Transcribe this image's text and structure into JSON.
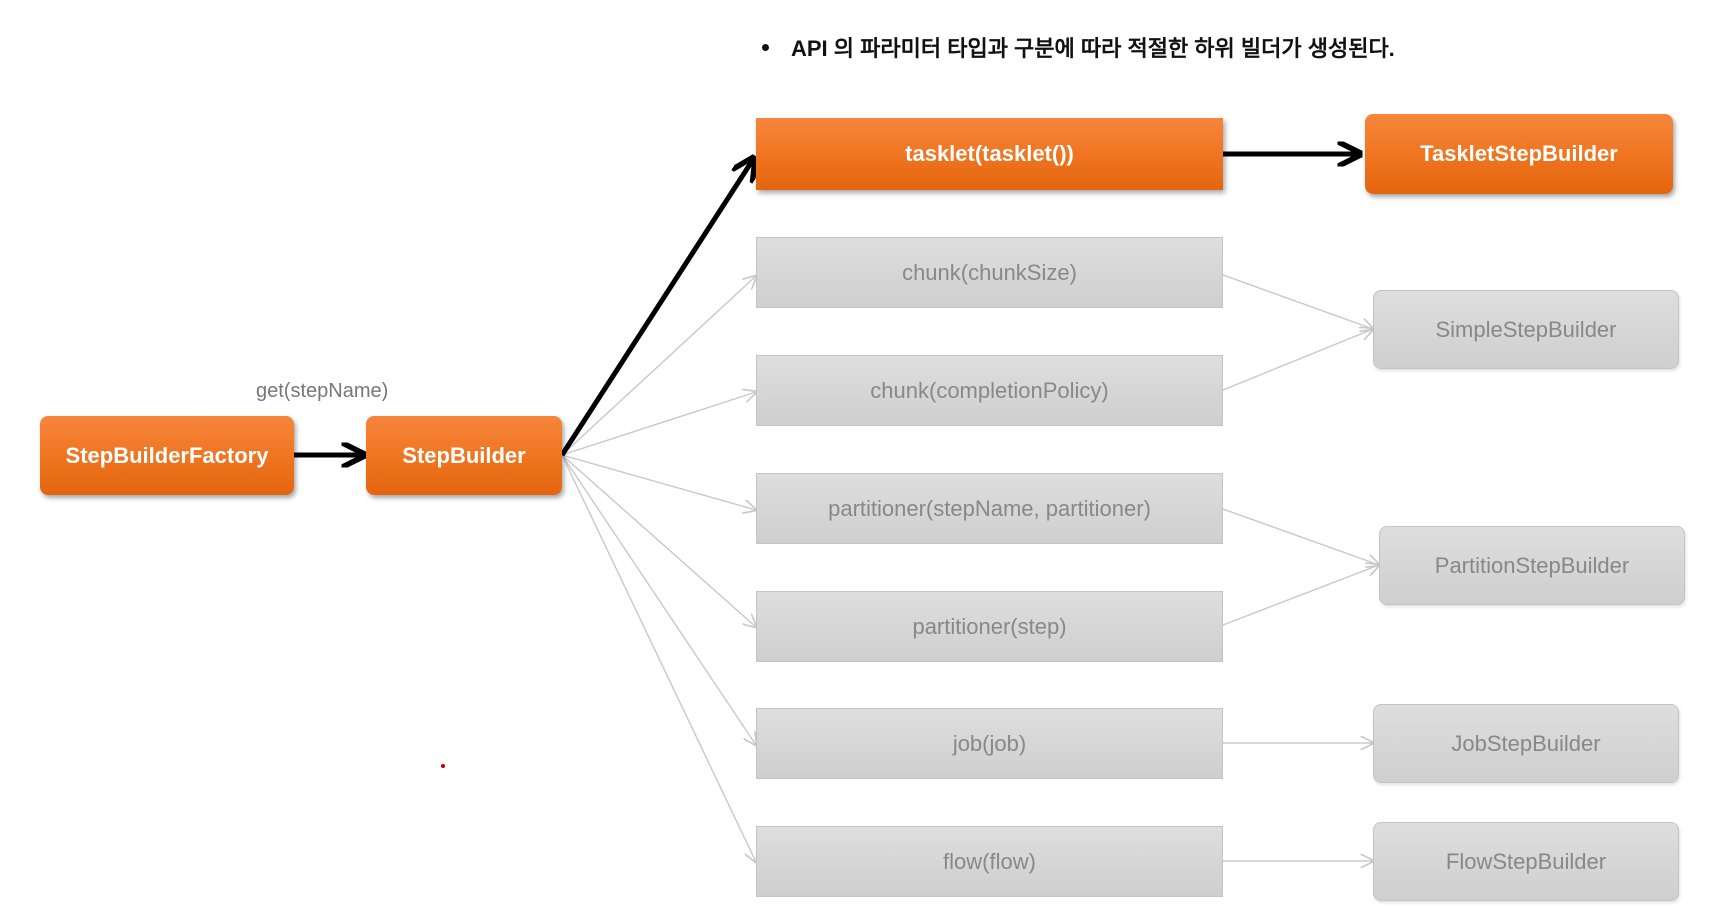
{
  "header": {
    "bullet_text": "API 의 파라미터 타입과 구분에 따라 적절한 하위 빌더가 생성된다."
  },
  "nodes": {
    "factory": "StepBuilderFactory",
    "step_builder": "StepBuilder",
    "methods": {
      "tasklet": "tasklet(tasklet())",
      "chunk_size": "chunk(chunkSize)",
      "chunk_policy": "chunk(completionPolicy)",
      "partitioner_name": "partitioner(stepName, partitioner)",
      "partitioner_step": "partitioner(step)",
      "job": "job(job)",
      "flow": "flow(flow)"
    },
    "builders": {
      "tasklet": "TaskletStepBuilder",
      "simple": "SimpleStepBuilder",
      "partition": "PartitionStepBuilder",
      "job": "JobStepBuilder",
      "flow": "FlowStepBuilder"
    }
  },
  "edges": {
    "factory_to_step": "get(stepName)"
  },
  "colors": {
    "active_fill": "#ef741f",
    "inactive_fill": "#d6d6d6",
    "inactive_text": "#888888",
    "active_arrow": "#000000",
    "inactive_arrow": "#c8c8c8"
  }
}
